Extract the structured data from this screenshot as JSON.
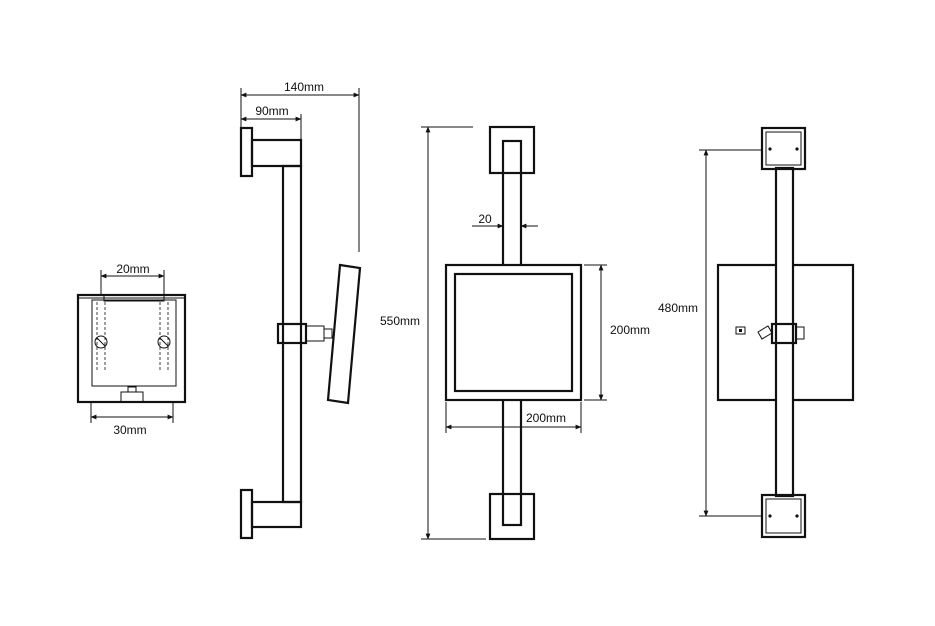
{
  "dimensions": {
    "mount_hole_spacing": "20mm",
    "mount_plate_width": "30mm",
    "arm_total_depth": "140mm",
    "wall_bracket_depth": "90mm",
    "bar_width": "20",
    "total_height": "550mm",
    "mirror_height": "200mm",
    "mirror_width": "200mm",
    "bracket_spacing": "480mm"
  }
}
